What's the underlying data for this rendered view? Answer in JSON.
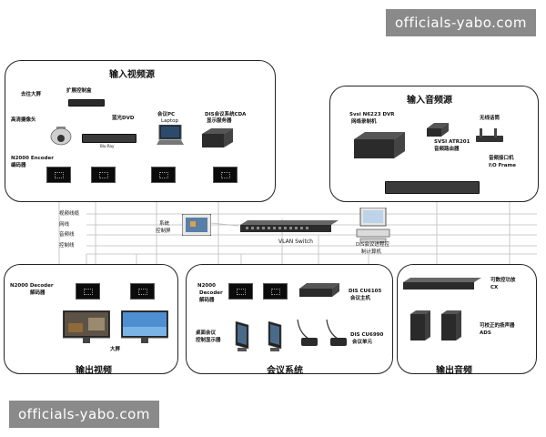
{
  "watermarks": {
    "top": "officials-yabo.com",
    "bottom": "officials-yabo.com"
  },
  "groups": {
    "video_input": {
      "title": "输入视频源"
    },
    "audio_input": {
      "title": "输入音频源"
    },
    "video_output": {
      "title": "输出视频"
    },
    "conference": {
      "title": "会议系统"
    },
    "audio_output": {
      "title": "输出音频"
    }
  },
  "video_input": {
    "large_screen": "去往大屏",
    "expansion_box": "扩展控制盒",
    "hd_camera": "高清摄像头",
    "bluray": "蓝光DVD",
    "bluray_brand": "Blu-Ray",
    "laptop": "会议PC",
    "laptop_sub": "Laptop",
    "cda_server": "DIS会议系统CDA",
    "cda_server_sub": "显示服务器",
    "encoder": "N2000 Encoder",
    "encoder_sub": "编码器"
  },
  "audio_input": {
    "recorder": "Svsi N6223 DVR",
    "recorder_sub": "网络录制机",
    "mic": "无线话筒",
    "router": "SVSI ATR201",
    "router_sub": "音频路由器",
    "interface": "音频接口机",
    "interface_sub": "I\\O Frame"
  },
  "legend": {
    "items": [
      {
        "label": "视频线缆",
        "color": "#333333"
      },
      {
        "label": "网线",
        "color": "#666666"
      },
      {
        "label": "音频线",
        "color": "#999999"
      },
      {
        "label": "控制线",
        "color": "#bbbbbb"
      }
    ]
  },
  "center": {
    "control_screen": "系统",
    "control_screen_sub": "控制屏",
    "switch": "VLAN Switch",
    "pc": "DIS会议进程控",
    "pc_sub": "制计算机"
  },
  "video_output": {
    "decoder": "N2000 Decoder",
    "decoder_sub": "解码器",
    "screen": "大屏"
  },
  "conference": {
    "decoder": "N2000",
    "decoder_sub": "Decoder",
    "decoder_sub2": "解码器",
    "host": "DIS CU6105",
    "host_sub": "会议主机",
    "display": "桌面会议",
    "display_sub": "控制显示器",
    "unit": "DIS CU6990",
    "unit_sub": "会议单元"
  },
  "audio_output": {
    "amp": "可数控功放",
    "amp_sub": "CX",
    "speaker": "可校正的扬声器",
    "speaker_sub": "ADS"
  }
}
